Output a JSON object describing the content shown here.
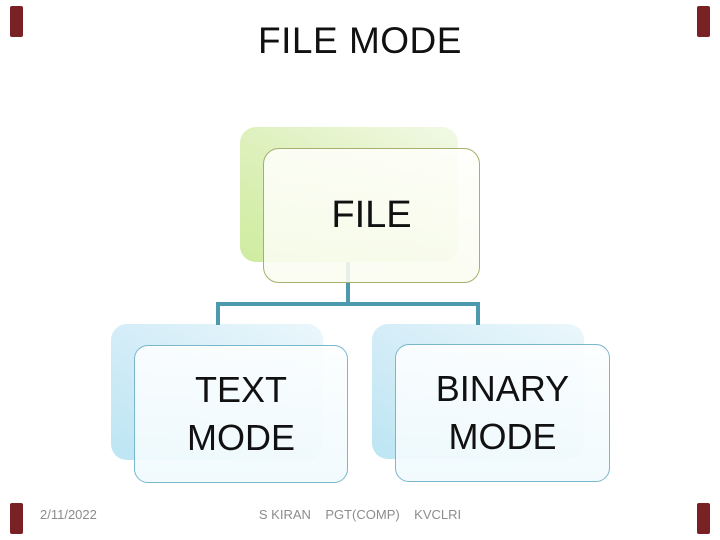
{
  "slide": {
    "title": "FILE MODE",
    "diagram": {
      "type": "hierarchy",
      "root": {
        "label": "FILE"
      },
      "children": [
        {
          "label": "TEXT MODE"
        },
        {
          "label": "BINARY MODE"
        }
      ]
    },
    "footer": {
      "date": "2/11/2022",
      "credit": "S KIRAN    PGT(COMP)    KVCLRI"
    },
    "colors": {
      "connector": "#4D9AAE",
      "root_shadow_green": "#CFEC9F",
      "root_box_border": "#A9AD6D",
      "child_shadow_blue": "#BCE5F3",
      "child_box_border": "#79B7CD",
      "corner_mark": "#7A2125",
      "footer_text": "#8C8C8C",
      "node_text": "#111111"
    }
  }
}
